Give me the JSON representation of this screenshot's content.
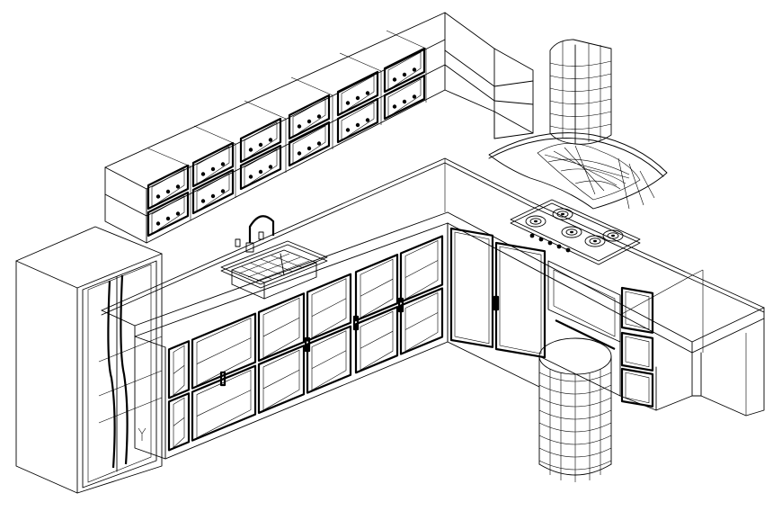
{
  "drawing": {
    "kind": "isometric wireframe",
    "stroke_color": "#000000",
    "background_color": "#ffffff"
  },
  "components": [
    {
      "name": "upper-wall-cabinets",
      "icon": "cabinet-icon"
    },
    {
      "name": "corner-upper-shelf",
      "icon": "shelf-icon"
    },
    {
      "name": "chimney-range-hood",
      "icon": "hood-icon"
    },
    {
      "name": "refrigerator",
      "icon": "fridge-icon"
    },
    {
      "name": "sink",
      "icon": "sink-icon"
    },
    {
      "name": "gas-hob",
      "burners": 5,
      "icon": "burner-icon"
    },
    {
      "name": "base-cabinets",
      "icon": "cabinet-icon"
    },
    {
      "name": "peninsula-counter",
      "icon": "counter-icon"
    },
    {
      "name": "cylindrical-column-base",
      "icon": "column-icon"
    }
  ]
}
